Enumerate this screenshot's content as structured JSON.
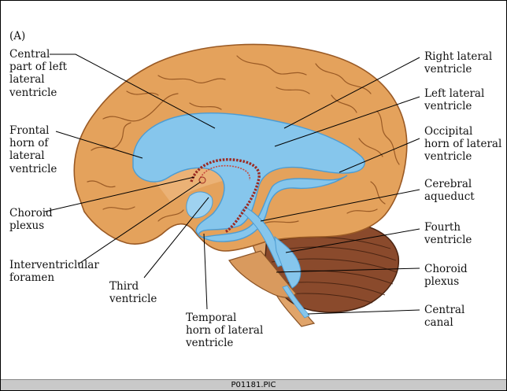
{
  "panel_label": "(A)",
  "footer_filename": "P01181.PIC",
  "colors": {
    "cortex": "#e4a25c",
    "cortex_dark": "#9a5a25",
    "ventricle": "#86c6ec",
    "ventricle_dark": "#4c9cd3",
    "cerebellum": "#8a4a2c",
    "choroid": "#9c2a22",
    "leader_line": "#000000"
  },
  "labels": {
    "central_part": "Central\npart of left\nlateral\nventricle",
    "frontal_horn": "Frontal\nhorn of\nlateral\nventricle",
    "choroid_plexus_left": "Choroid\nplexus",
    "interventricular_foramen": "Interventriclular\nforamen",
    "third_ventricle": "Third\nventricle",
    "temporal_horn": "Temporal\nhorn of lateral\nventricle",
    "right_lateral": "Right lateral\nventricle",
    "left_lateral": "Left lateral\nventricle",
    "occipital_horn": "Occipital\nhorn of lateral\nventricle",
    "cerebral_aqueduct": "Cerebral\naqueduct",
    "fourth_ventricle": "Fourth\nventricle",
    "choroid_plexus_right": "Choroid\nplexus",
    "central_canal": "Central\ncanal"
  }
}
